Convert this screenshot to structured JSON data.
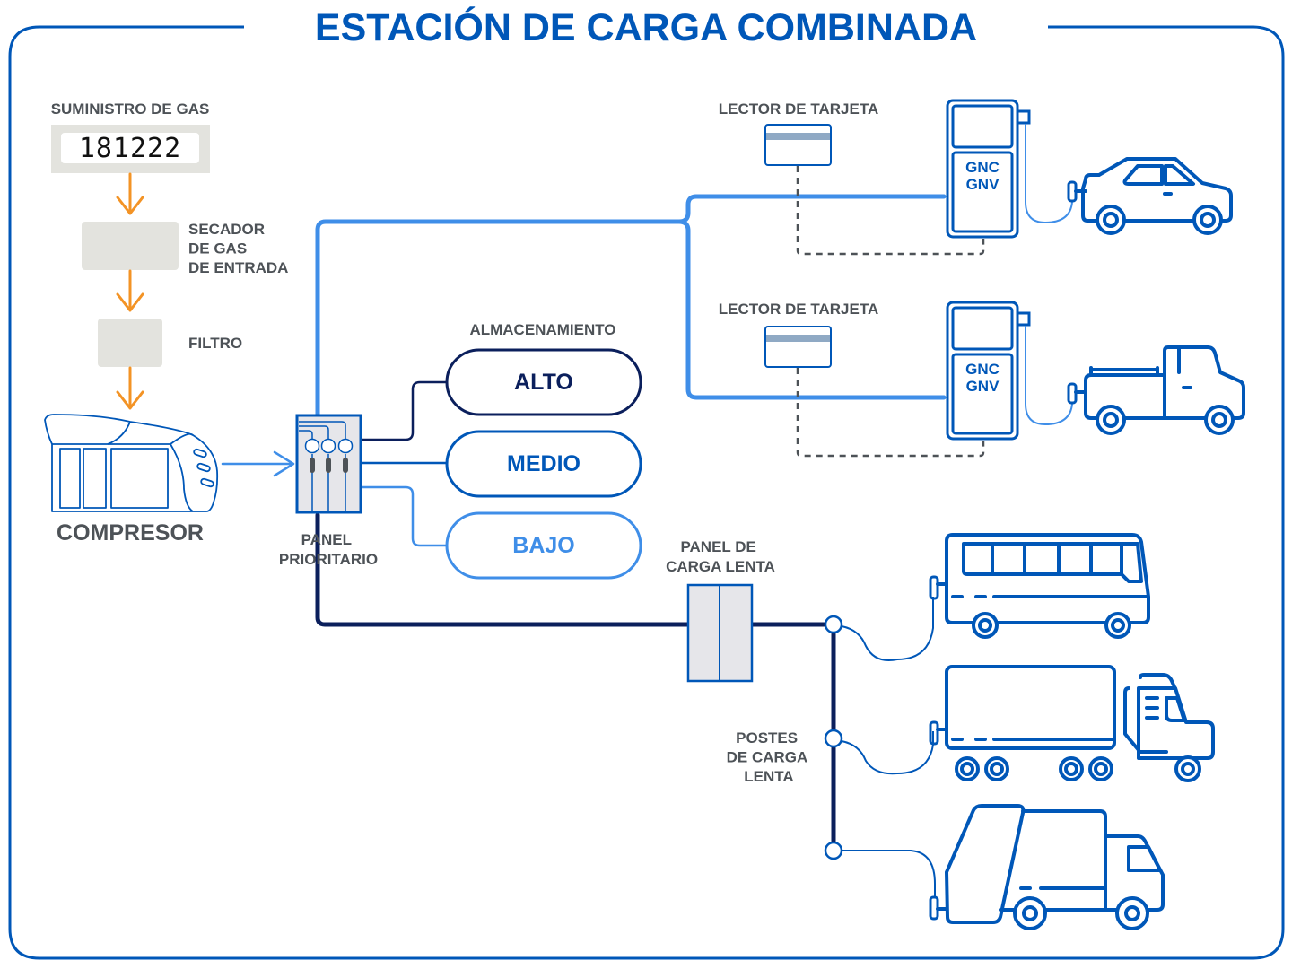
{
  "title": "ESTACIÓN DE CARGA COMBINADA",
  "colors": {
    "brand_blue": "#0057b8",
    "light_blue": "#3f8ee8",
    "navy": "#0b1f5c",
    "orange": "#f39325",
    "gray_box": "#e3e3de",
    "label_gray": "#4d5257"
  },
  "supply": {
    "label": "SUMINISTRO DE GAS",
    "meter_reading": "181222"
  },
  "dryer": {
    "label_lines": [
      "SECADOR",
      "DE GAS",
      "DE ENTRADA"
    ]
  },
  "filter": {
    "label": "FILTRO"
  },
  "compressor": {
    "label": "COMPRESOR"
  },
  "priority_panel": {
    "label_lines": [
      "PANEL",
      "PRIORITARIO"
    ]
  },
  "storage": {
    "label": "ALMACENAMIENTO",
    "tanks": [
      {
        "label": "ALTO",
        "color": "#0b1f5c"
      },
      {
        "label": "MEDIO",
        "color": "#0057b8"
      },
      {
        "label": "BAJO",
        "color": "#3f8ee8"
      }
    ]
  },
  "fast_fill": {
    "card_reader_label": "LECTOR DE TARJETA",
    "dispensers": [
      {
        "text_lines": [
          "GNC",
          "GNV"
        ],
        "vehicle": "car-icon"
      },
      {
        "text_lines": [
          "GNC",
          "GNV"
        ],
        "vehicle": "pickup-truck-icon"
      }
    ]
  },
  "slow_fill": {
    "panel_label_lines": [
      "PANEL DE",
      "CARGA LENTA"
    ],
    "posts_label_lines": [
      "POSTES",
      "DE CARGA",
      "LENTA"
    ],
    "vehicles": [
      "bus-icon",
      "semi-truck-icon",
      "garbage-truck-icon"
    ]
  }
}
